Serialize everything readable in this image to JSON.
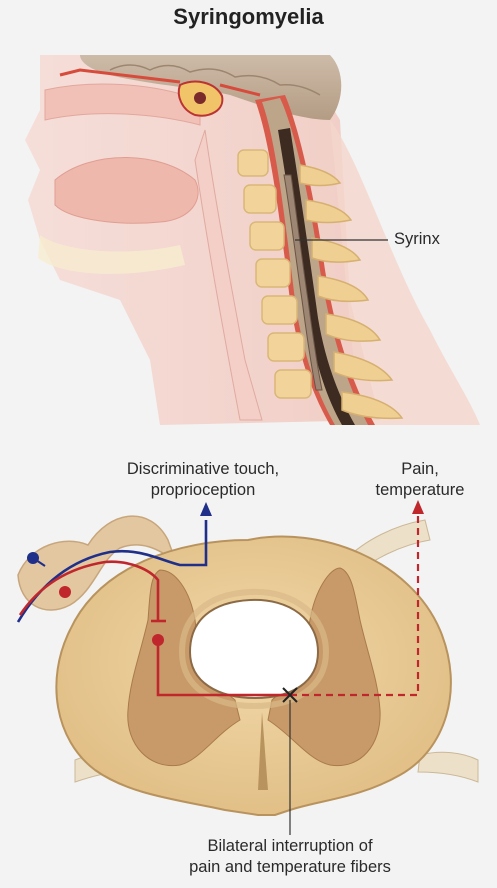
{
  "title": "Syringomyelia",
  "labels": {
    "syrinx": "Syrinx",
    "touch_line1": "Discriminative touch,",
    "touch_line2": "proprioception",
    "pain_line1": "Pain,",
    "pain_line2": "temperature",
    "bottom_line1": "Bilateral interruption of",
    "bottom_line2": "pain and temperature fibers"
  },
  "colors": {
    "blue_pathway": "#1f2f8a",
    "red_pathway": "#c0272d",
    "white_matter": "#e9cc98",
    "gray_matter": "#c89a6a",
    "syrinx_cavity": "#ffffff",
    "background": "#f3f3f3"
  }
}
